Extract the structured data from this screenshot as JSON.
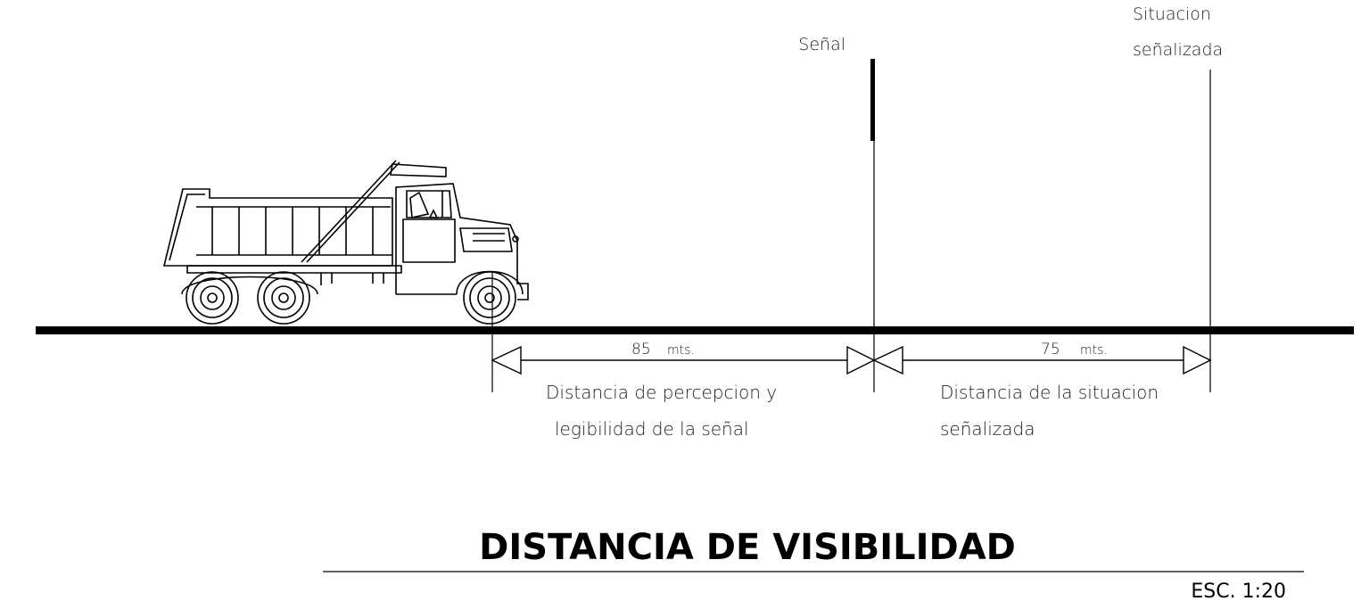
{
  "labels": {
    "senal": "Señal",
    "situacion_line1": "Situacion",
    "situacion_line2": "señalizada"
  },
  "dimensions": [
    {
      "value": "85",
      "unit": "mts.",
      "desc_line1": "Distancia de percepcion y",
      "desc_line2": "legibilidad de la señal"
    },
    {
      "value": "75",
      "unit": "mts.",
      "desc_line1": "Distancia de la situacion",
      "desc_line2": "señalizada"
    }
  ],
  "title": "DISTANCIA DE VISIBILIDAD",
  "scale": "ESC. 1:20"
}
